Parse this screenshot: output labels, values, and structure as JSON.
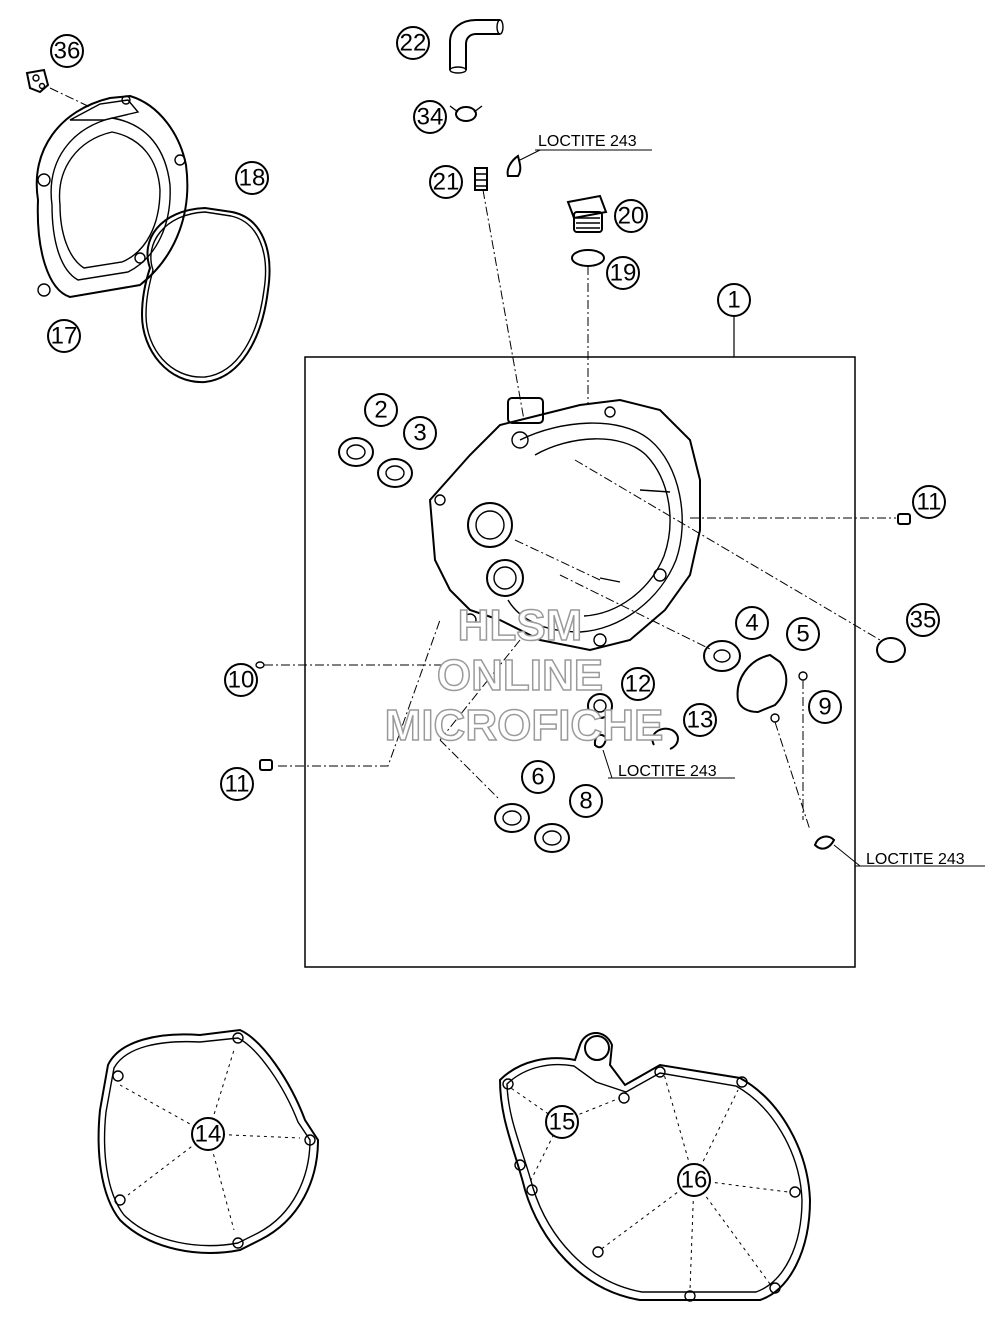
{
  "callouts": [
    {
      "id": "36",
      "label": "36"
    },
    {
      "id": "22",
      "label": "22"
    },
    {
      "id": "34",
      "label": "34"
    },
    {
      "id": "21",
      "label": "21"
    },
    {
      "id": "20",
      "label": "20"
    },
    {
      "id": "19",
      "label": "19"
    },
    {
      "id": "18",
      "label": "18"
    },
    {
      "id": "17",
      "label": "17"
    },
    {
      "id": "1",
      "label": "1"
    },
    {
      "id": "2",
      "label": "2"
    },
    {
      "id": "3",
      "label": "3"
    },
    {
      "id": "11a",
      "label": "11"
    },
    {
      "id": "35",
      "label": "35"
    },
    {
      "id": "4",
      "label": "4"
    },
    {
      "id": "5",
      "label": "5"
    },
    {
      "id": "9",
      "label": "9"
    },
    {
      "id": "12",
      "label": "12"
    },
    {
      "id": "13",
      "label": "13"
    },
    {
      "id": "10",
      "label": "10"
    },
    {
      "id": "11b",
      "label": "11"
    },
    {
      "id": "6",
      "label": "6"
    },
    {
      "id": "8",
      "label": "8"
    },
    {
      "id": "14",
      "label": "14"
    },
    {
      "id": "15",
      "label": "15"
    },
    {
      "id": "16",
      "label": "16"
    }
  ],
  "notes": {
    "loctite_top": "LOCTITE 243",
    "loctite_mid": "LOCTITE 243",
    "loctite_right": "LOCTITE 243"
  },
  "watermark": {
    "line1": "HLSM",
    "line2": "ONLINE",
    "line3": "MICROFICHE"
  },
  "colors": {
    "ink": "#000000",
    "background": "#ffffff",
    "watermark_stroke": "#9a9a9a"
  }
}
